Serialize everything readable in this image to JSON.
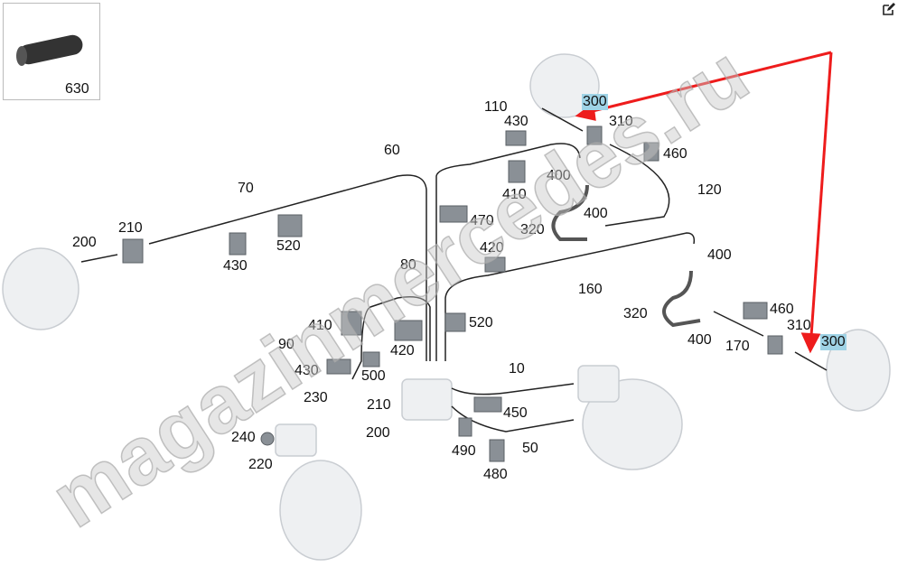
{
  "watermark": "magazinmercedes.ru",
  "inset_label": "630",
  "callouts": [
    "110",
    "430",
    "300",
    "310",
    "60",
    "460",
    "70",
    "400",
    "410",
    "120",
    "210",
    "470",
    "400",
    "320",
    "200",
    "520",
    "420",
    "430",
    "400",
    "80",
    "160",
    "460",
    "320",
    "410",
    "520",
    "310",
    "90",
    "420",
    "400",
    "170",
    "300",
    "430",
    "500",
    "10",
    "230",
    "210",
    "450",
    "240",
    "200",
    "490",
    "50",
    "220",
    "480"
  ],
  "highlight_color": "#9fd3e6",
  "arrow_color": "#ee1c1c"
}
